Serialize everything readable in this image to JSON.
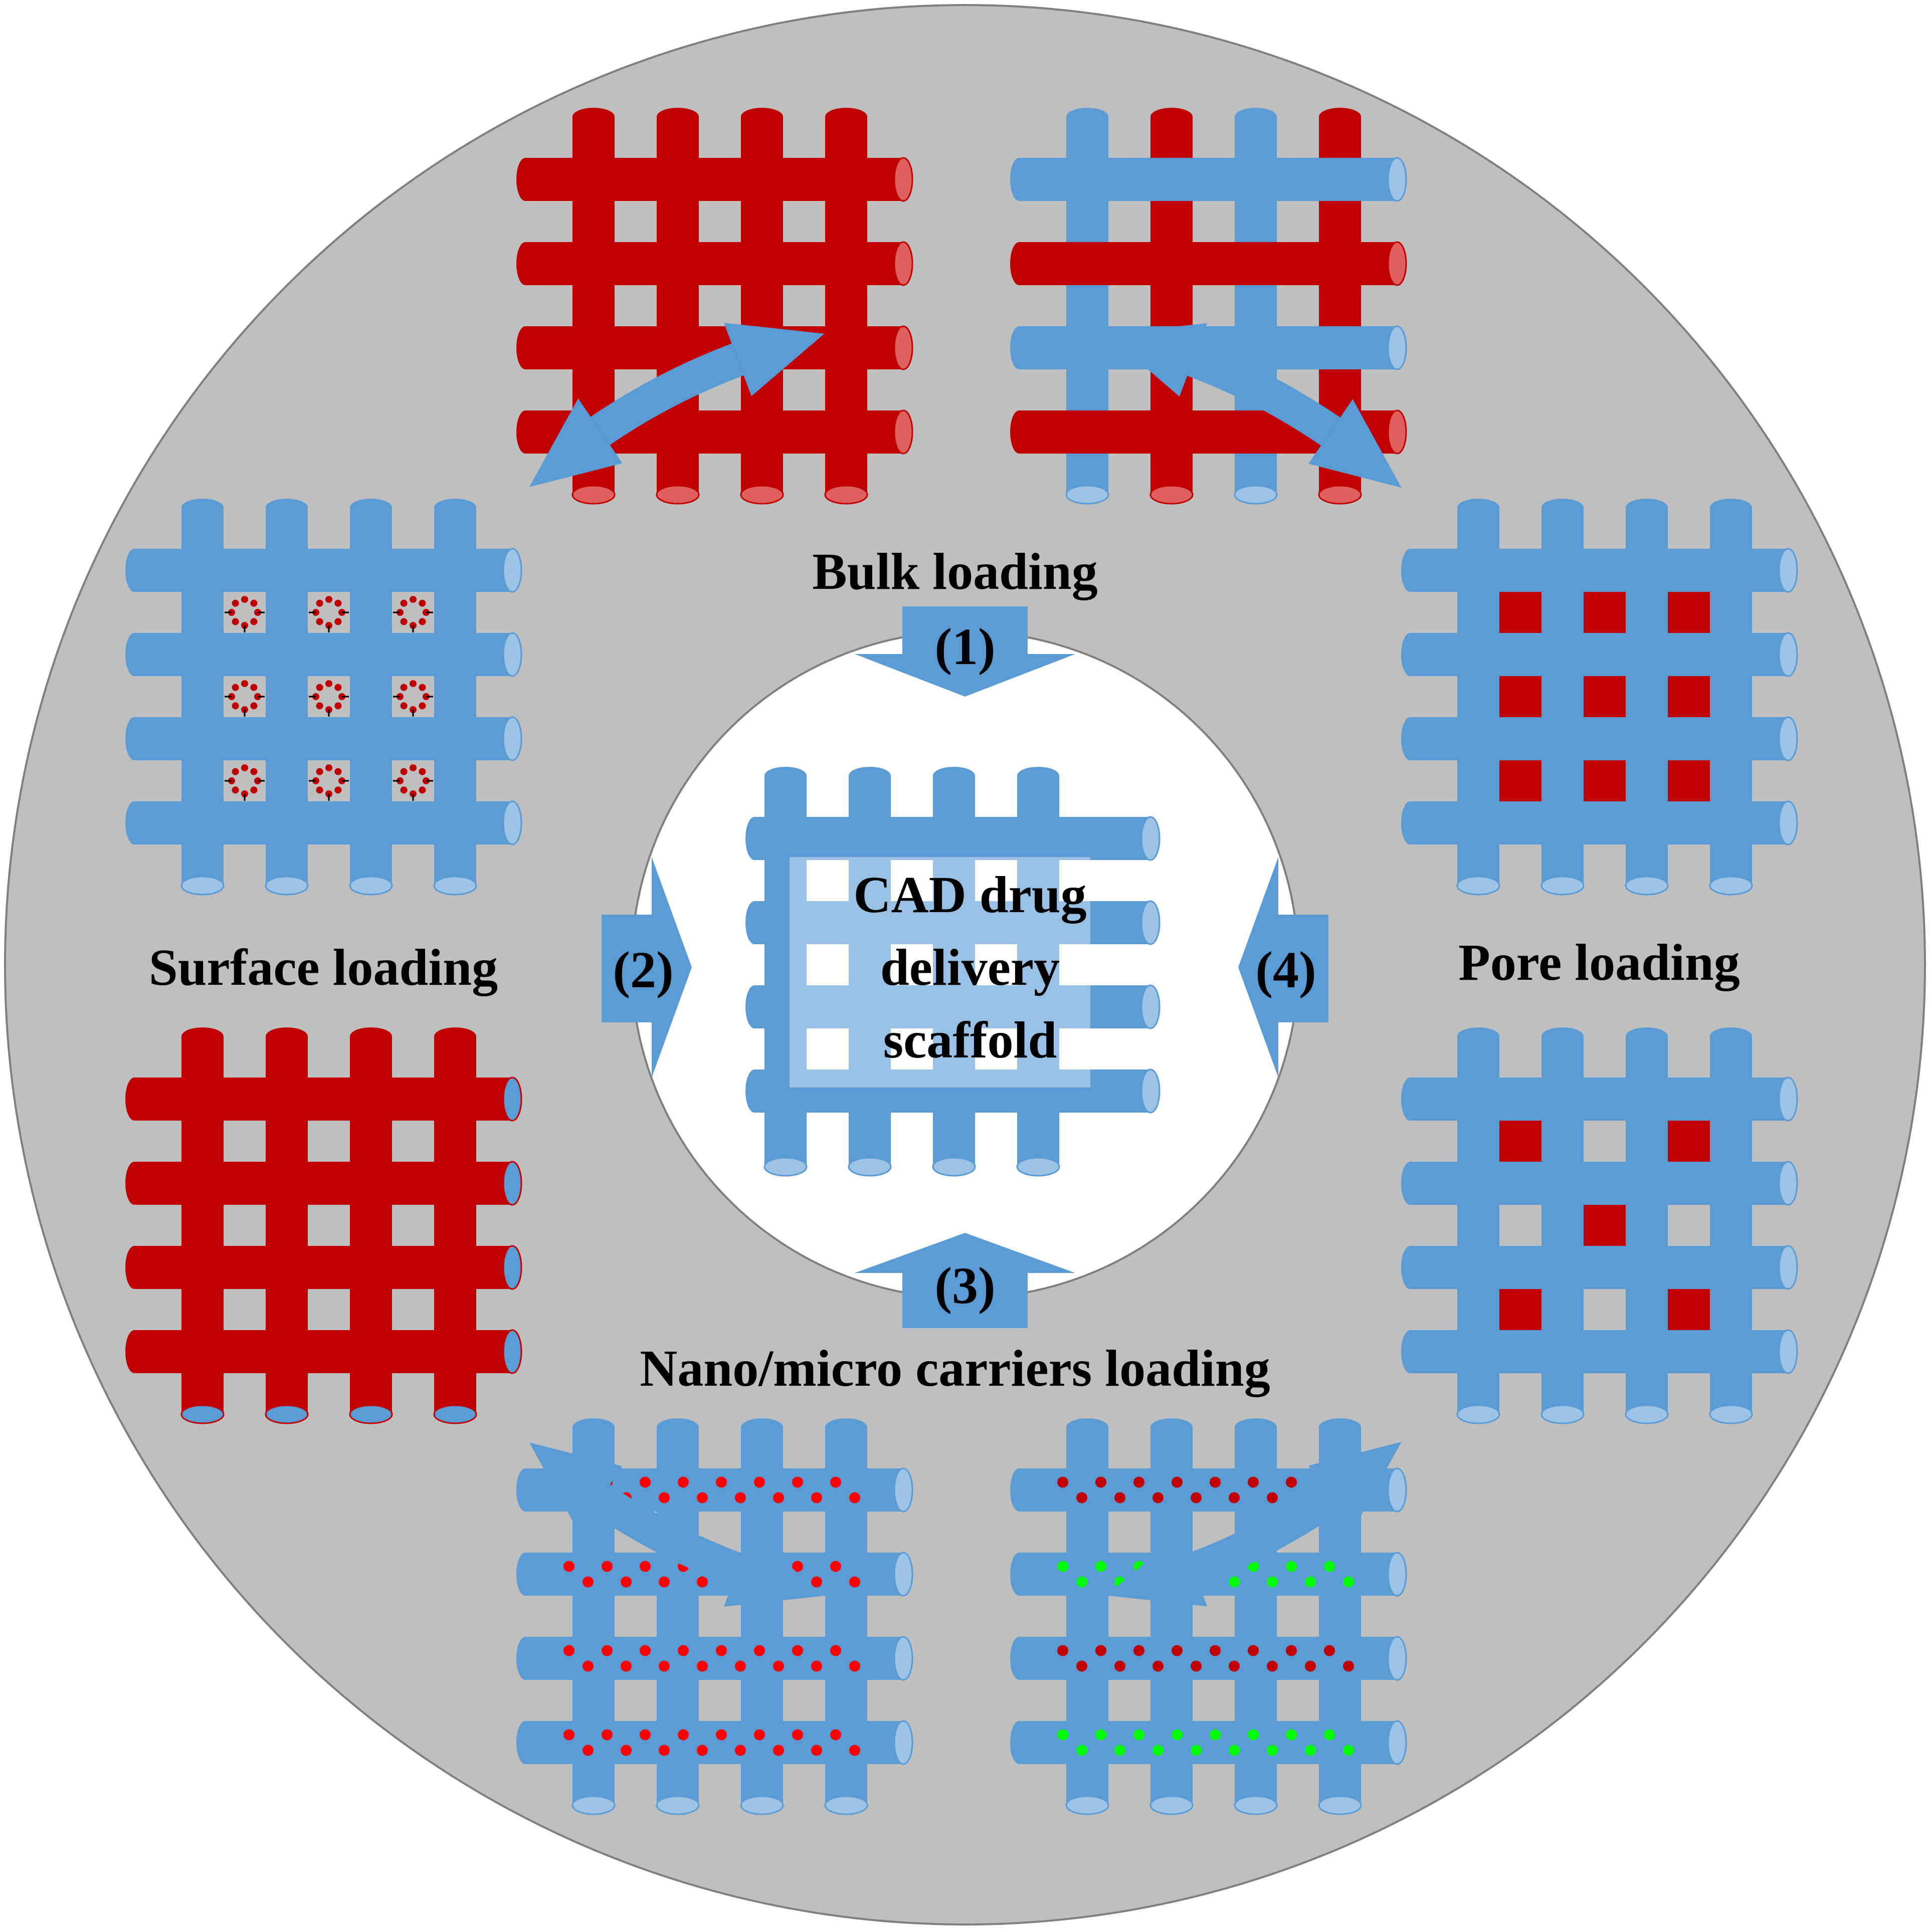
{
  "diagram": {
    "center_label": [
      "CAD drug",
      "delivery",
      "scaffold"
    ],
    "categories": [
      {
        "id": "bulk",
        "label": "Bulk loading",
        "step": "(1)"
      },
      {
        "id": "surface",
        "label": "Surface loading",
        "step": "(2)"
      },
      {
        "id": "carriers",
        "label": "Nano/micro carriers loading",
        "step": "(3)"
      },
      {
        "id": "pore",
        "label": "Pore loading",
        "step": "(4)"
      }
    ],
    "scaffolds": [
      {
        "id": "bulk-all-red",
        "variant": "full-red"
      },
      {
        "id": "bulk-alternating",
        "variant": "alternating"
      },
      {
        "id": "pore-all",
        "variant": "pore-all"
      },
      {
        "id": "pore-pattern",
        "variant": "pore-pattern"
      },
      {
        "id": "carriers-two-drugs",
        "variant": "dots-red-green"
      },
      {
        "id": "carriers-one-drug",
        "variant": "dots-red"
      },
      {
        "id": "surface-coated",
        "variant": "coated-red"
      },
      {
        "id": "surface-molecules",
        "variant": "molecules"
      }
    ],
    "colors": {
      "background_ring": "#bfbfbf",
      "inner_circle": "#ffffff",
      "fiber_blue": "#5b9bd5",
      "fiber_blue_end": "#9dc3e6",
      "fiber_red": "#c00000",
      "fiber_red_end": "#e06060",
      "dot_red": "#ff0000",
      "dot_dark_red": "#c00000",
      "dot_green": "#00ff00",
      "arrow_blue": "#5b9bd5"
    }
  }
}
